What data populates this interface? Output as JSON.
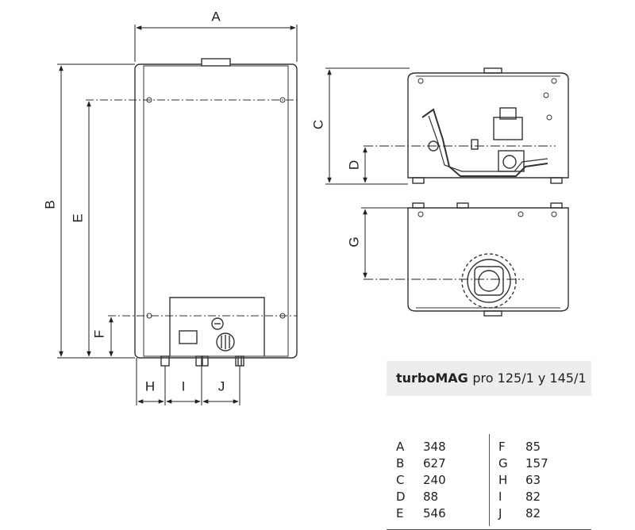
{
  "dimension_labels": {
    "A": "A",
    "B": "B",
    "C": "C",
    "D": "D",
    "E": "E",
    "F": "F",
    "G": "G",
    "H": "H",
    "I": "I",
    "J": "J"
  },
  "table": {
    "title_bold": "turboMAG",
    "title_rest": "pro 125/1 y 145/1",
    "left_column": [
      {
        "key": "A",
        "value": "348"
      },
      {
        "key": "B",
        "value": "627"
      },
      {
        "key": "C",
        "value": "240"
      },
      {
        "key": "D",
        "value": "88"
      },
      {
        "key": "E",
        "value": "546"
      }
    ],
    "right_column": [
      {
        "key": "F",
        "value": "85"
      },
      {
        "key": "G",
        "value": "157"
      },
      {
        "key": "H",
        "value": "63"
      },
      {
        "key": "I",
        "value": "82"
      },
      {
        "key": "J",
        "value": "82"
      }
    ]
  }
}
